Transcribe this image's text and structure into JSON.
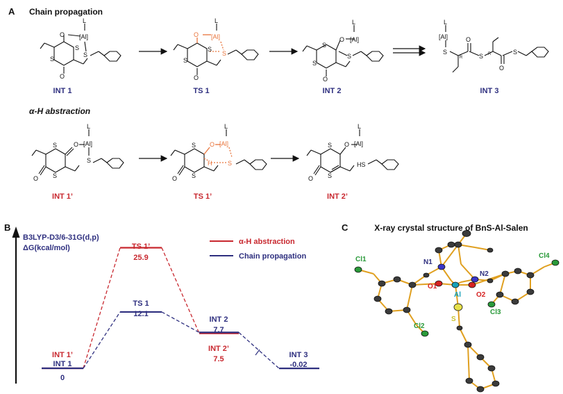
{
  "colors": {
    "navy": "#2e2f7f",
    "red": "#c8282f",
    "orange": "#e8743b",
    "black": "#111111",
    "gold": "#e0a020",
    "atom_gray": "#3b3b3b",
    "nitrogen": "#3a35c8",
    "oxygen": "#d62222",
    "chlorine": "#2a9a3a",
    "sulfur": "#e6e04a",
    "aluminium": "#16a1b8"
  },
  "panel_a": {
    "label": "A",
    "section1_title": "Chain propagation",
    "section2_title": "α-H abstraction",
    "labels_row1": [
      "INT 1",
      "TS 1",
      "INT 2",
      "INT 3"
    ],
    "labels_row2": [
      "INT 1’",
      "TS 1’",
      "INT 2’"
    ],
    "atoms": {
      "ligand": "L",
      "metal": "[Al]",
      "oxygen": "O",
      "sulfur": "S",
      "stereo_r": "R",
      "hydrogen": "H",
      "thiol": "HS"
    }
  },
  "panel_b": {
    "label": "B",
    "method": "B3LYP-D3/6-31G(d,p)",
    "y_axis": "ΔG(kcal/mol)",
    "legend": [
      {
        "name": "α-H abstraction",
        "color": "#c8282f"
      },
      {
        "name": "Chain propagation",
        "color": "#2e2f7f"
      }
    ],
    "state_labels": {
      "s0_red": "INT 1’",
      "s0_navy": "INT 1",
      "s0_value": "0",
      "ts1p": "TS 1’",
      "ts1p_value": "25.9",
      "ts1": "TS 1",
      "ts1_value": "12.1",
      "int2": "INT 2",
      "int2_value": "7.7",
      "int2p": "INT 2’",
      "int2p_value": "7.5",
      "int3": "INT 3",
      "int3_value": "-0.02"
    }
  },
  "chart_data": {
    "type": "line",
    "ylabel": "ΔG(kcal/mol)",
    "series": [
      {
        "name": "α-H abstraction",
        "states": [
          "INT 1’",
          "TS 1’",
          "INT 2’"
        ],
        "values": [
          0,
          25.9,
          7.5
        ]
      },
      {
        "name": "Chain propagation",
        "states": [
          "INT 1",
          "TS 1",
          "INT 2",
          "INT 3"
        ],
        "values": [
          0,
          12.1,
          7.7,
          -0.02
        ]
      }
    ]
  },
  "panel_c": {
    "label": "C",
    "title": "X-ray crystal structure of BnS-Al-Salen",
    "atom_labels": [
      "N1",
      "N2",
      "Cl1",
      "Cl4",
      "O1",
      "Al",
      "O2",
      "Cl3",
      "Cl2",
      "S"
    ]
  }
}
